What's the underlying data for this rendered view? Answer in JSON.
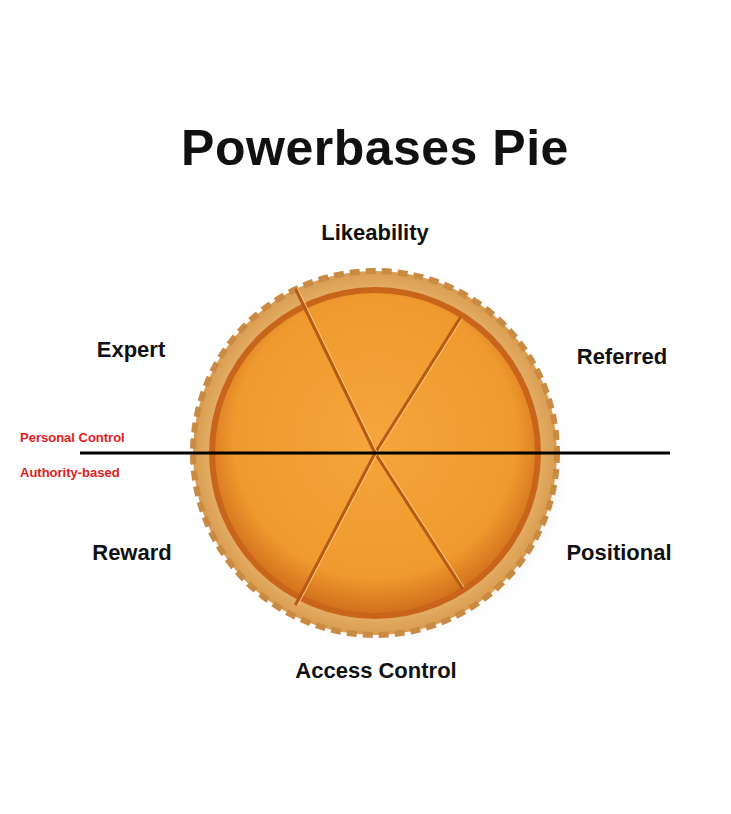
{
  "diagram": {
    "title": "Powerbases Pie",
    "labels": [
      "Likeability",
      "Expert",
      "Referred",
      "Personal Control",
      "Authority-based",
      "Reward",
      "Positional",
      "Access Control"
    ]
  }
}
